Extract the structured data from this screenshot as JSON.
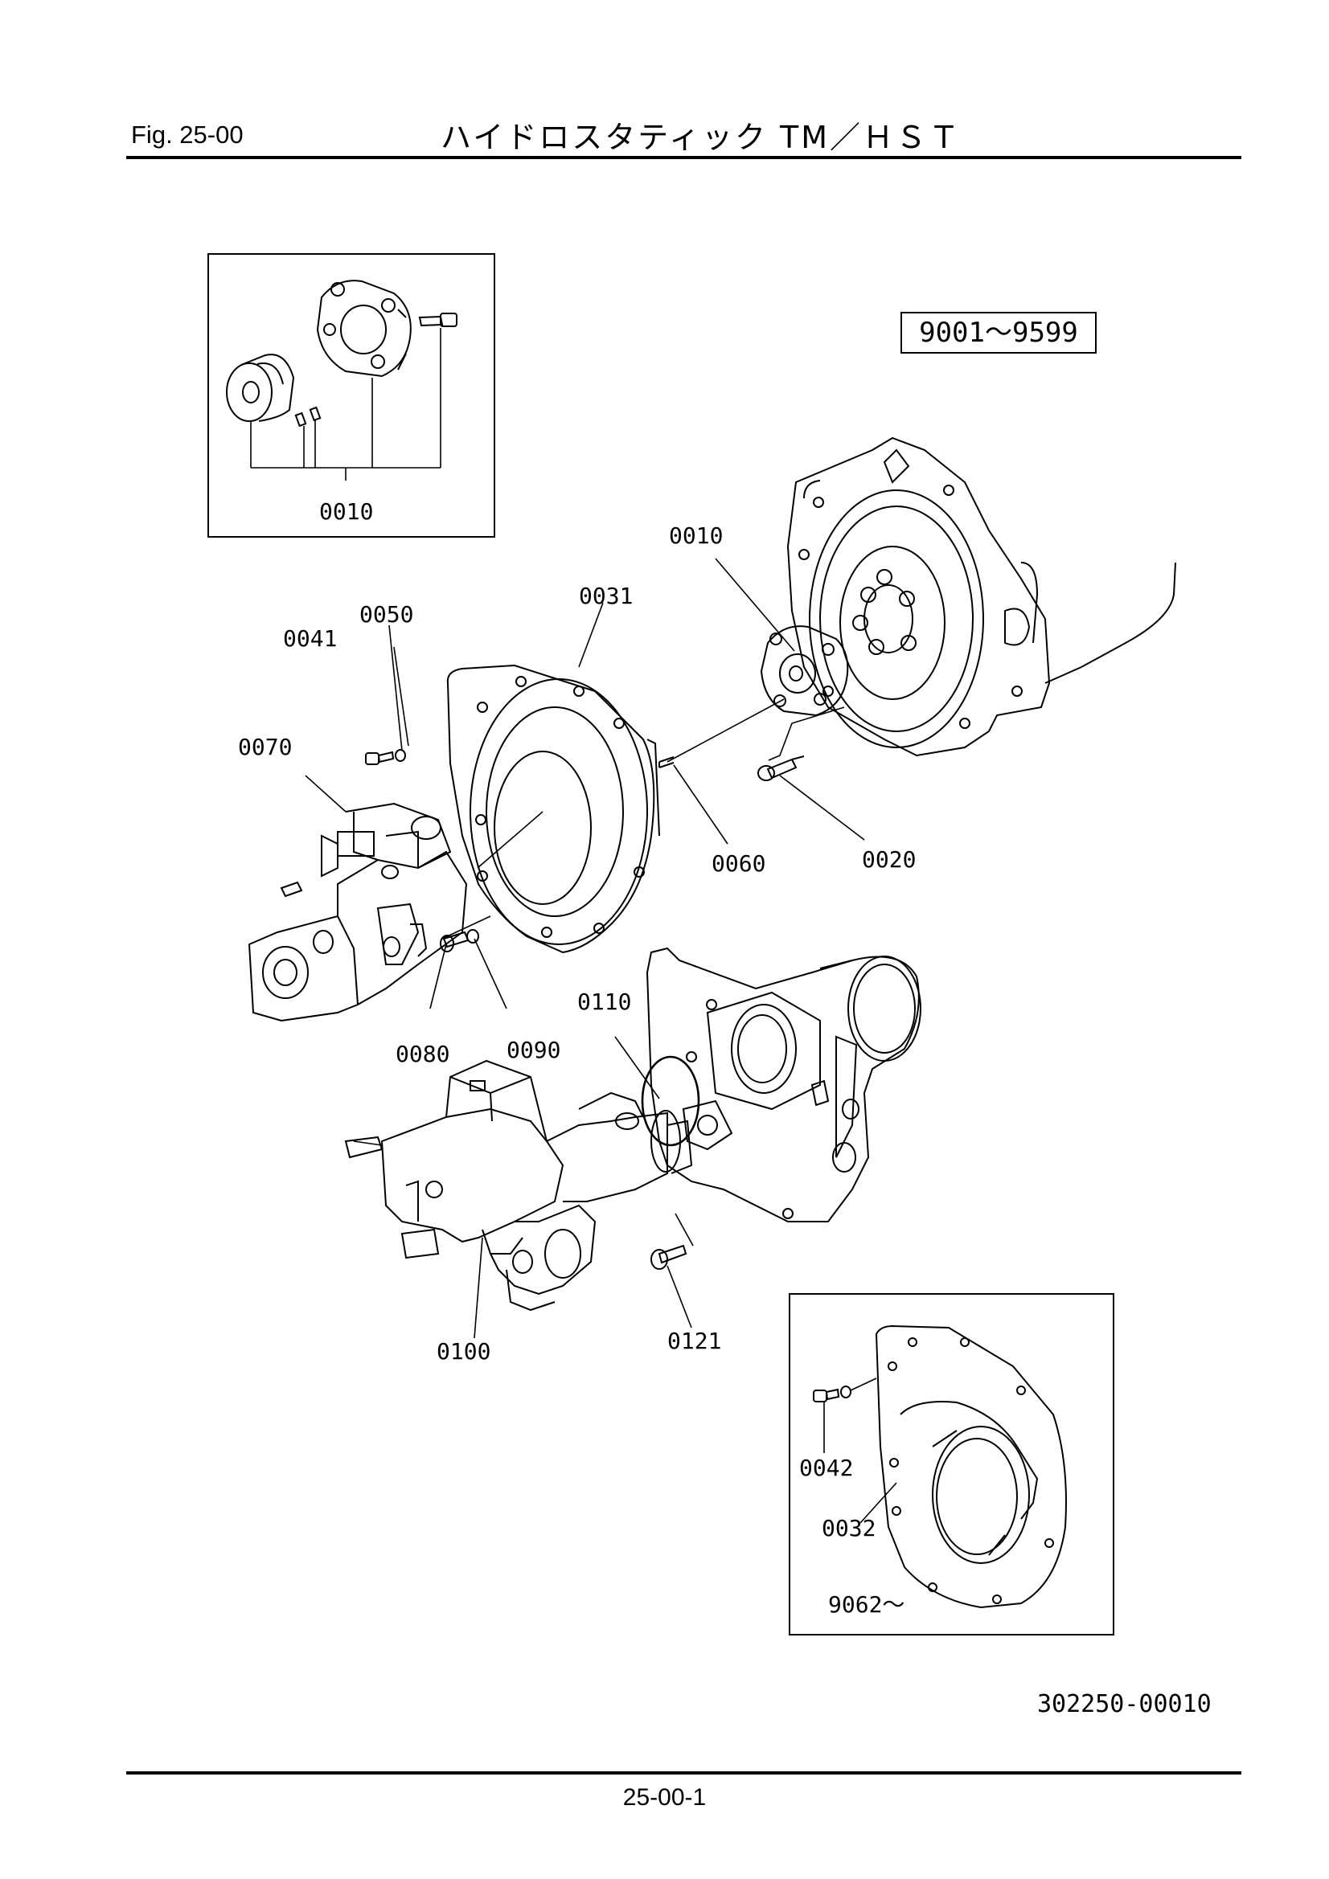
{
  "header": {
    "fig_label": "Fig.  25-00",
    "title": "ハイドロスタティック TM／ＨＳＴ"
  },
  "serial_range": "9001～9599",
  "part_labels": {
    "inset_0010": "0010",
    "p0010": "0010",
    "p0031": "0031",
    "p0050": "0050",
    "p0041": "0041",
    "p0070": "0070",
    "p0060": "0060",
    "p0020": "0020",
    "p0110": "0110",
    "p0080": "0080",
    "p0090": "0090",
    "p0100": "0100",
    "p0121": "0121",
    "p0042": "0042",
    "p0032": "0032"
  },
  "inset_serial": "9062～",
  "drawing_number": "302250-00010",
  "page_number": "25-00-1"
}
